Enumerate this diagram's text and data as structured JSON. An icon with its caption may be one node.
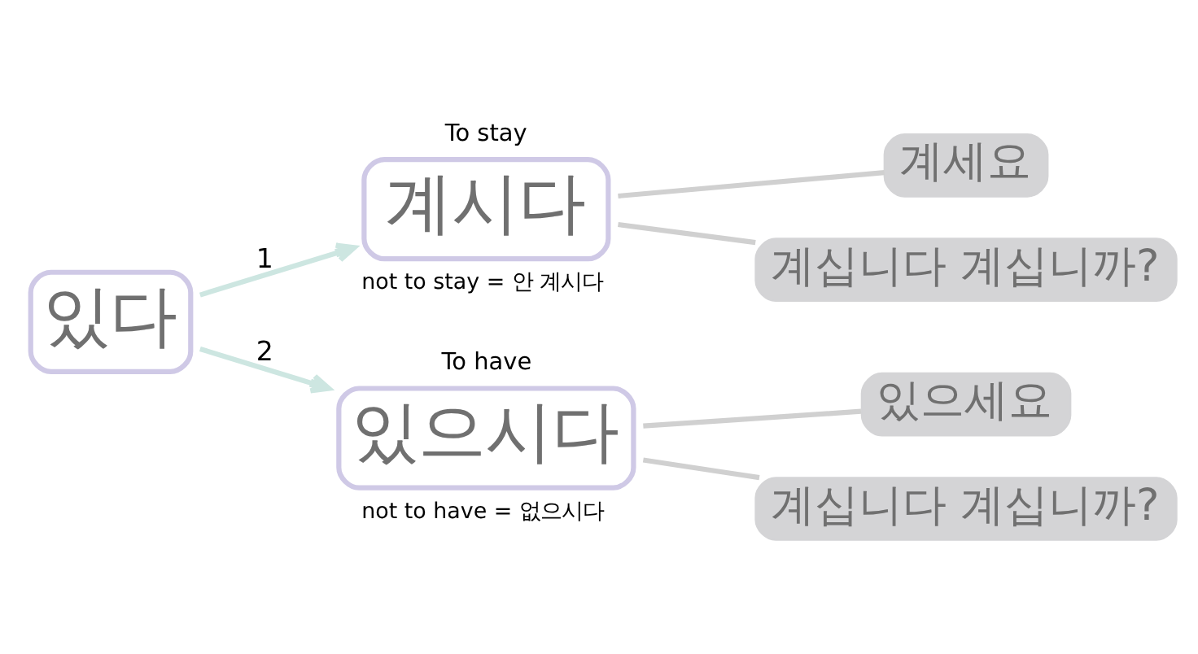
{
  "diagram": {
    "nodes": [
      {
        "text": [
          "있다"
        ]
      },
      {
        "text": [
          "To stay",
          "계시다"
        ],
        "beside": [
          "not to stay = 안 계시다"
        ]
      },
      {
        "text": [
          "계세요"
        ]
      },
      {
        "text": [
          "계십니다 계십니까?"
        ]
      },
      {
        "text": [
          "To have",
          "있으시다"
        ],
        "beside": [
          "not to have = 없으시다"
        ]
      },
      {
        "text": [
          "있으세요"
        ]
      },
      {
        "text": [
          "계십니다 계십니까?"
        ]
      }
    ],
    "edges": [
      {
        "from": 0,
        "to": 1,
        "arrow": "to",
        "label": "1",
        "color": "#cde6e1"
      },
      {
        "from": 0,
        "to": 4,
        "arrow": "to",
        "label": "2",
        "color": "#cde6e1"
      },
      {
        "from": 1,
        "to": 2,
        "arrow": "none"
      },
      {
        "from": 1,
        "to": 3,
        "arrow": "none"
      },
      {
        "from": 4,
        "to": 5,
        "arrow": "none"
      },
      {
        "from": 4,
        "to": 6,
        "arrow": "none"
      }
    ]
  }
}
